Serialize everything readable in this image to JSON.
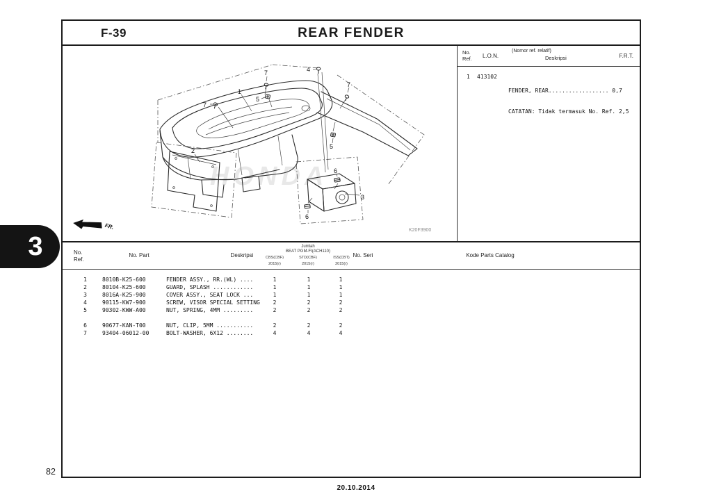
{
  "page": {
    "tab_number": "3",
    "page_number": "82",
    "date": "20.10.2014"
  },
  "header": {
    "section_code": "F-39",
    "title": "REAR FENDER"
  },
  "ref_table": {
    "col_no": "No.",
    "col_ref": "Ref.",
    "col_lon": "L.O.N.",
    "col_nomor_note": "(Nomor ref. relatif)",
    "col_deskripsi": "Deskripsi",
    "col_frt": "F.R.T.",
    "row": {
      "no_ref": "1",
      "lon": "413102",
      "description": "FENDER, REAR.................. 0,7",
      "note": "CATATAN: Tidak termasuk No. Ref. 2,5"
    }
  },
  "diagram": {
    "drawing_code": "K20F3900",
    "direction_label": "FR.",
    "watermark": "HONDA",
    "callouts": [
      "7",
      "1",
      "5",
      "7",
      "4",
      "7",
      "5",
      "6",
      "3",
      "6",
      "2"
    ]
  },
  "parts_table": {
    "col_no": "No.",
    "col_ref": "Ref.",
    "col_no_part": "No. Part",
    "col_deskripsi": "Deskripsi",
    "col_no_seri": "No. Seri",
    "col_kode": "Kode Parts Catalog",
    "jumlah": {
      "title": "Jumlah",
      "model": "BEAT PGM-FI(ACH110)",
      "variants": [
        "CBS(CBF)",
        "STD(CBF)",
        "ISS(CBT)"
      ],
      "years": [
        "2015(r)",
        "2015(r)",
        "2015(r)"
      ]
    },
    "rows": [
      {
        "ref": "1",
        "part": "8010B-K25-600",
        "desc": "FENDER ASSY., RR.(WL) ....",
        "q1": "1",
        "q2": "1",
        "q3": "1"
      },
      {
        "ref": "2",
        "part": "80104-K25-600",
        "desc": "GUARD, SPLASH ............",
        "q1": "1",
        "q2": "1",
        "q3": "1"
      },
      {
        "ref": "3",
        "part": "8016A-K25-900",
        "desc": "COVER ASSY., SEAT LOCK ...",
        "q1": "1",
        "q2": "1",
        "q3": "1"
      },
      {
        "ref": "4",
        "part": "90115-KW7-900",
        "desc": "SCREW, VISOR SPECIAL SETTING",
        "q1": "2",
        "q2": "2",
        "q3": "2"
      },
      {
        "ref": "5",
        "part": "90302-KWW-A00",
        "desc": "NUT, SPRING, 4MM .........",
        "q1": "2",
        "q2": "2",
        "q3": "2"
      },
      {
        "ref": "6",
        "part": "90677-KAN-T00",
        "desc": "NUT, CLIP, 5MM ...........",
        "q1": "2",
        "q2": "2",
        "q3": "2"
      },
      {
        "ref": "7",
        "part": "93404-06012-00",
        "desc": "BOLT-WASHER, 6X12 ........",
        "q1": "4",
        "q2": "4",
        "q3": "4"
      }
    ]
  }
}
